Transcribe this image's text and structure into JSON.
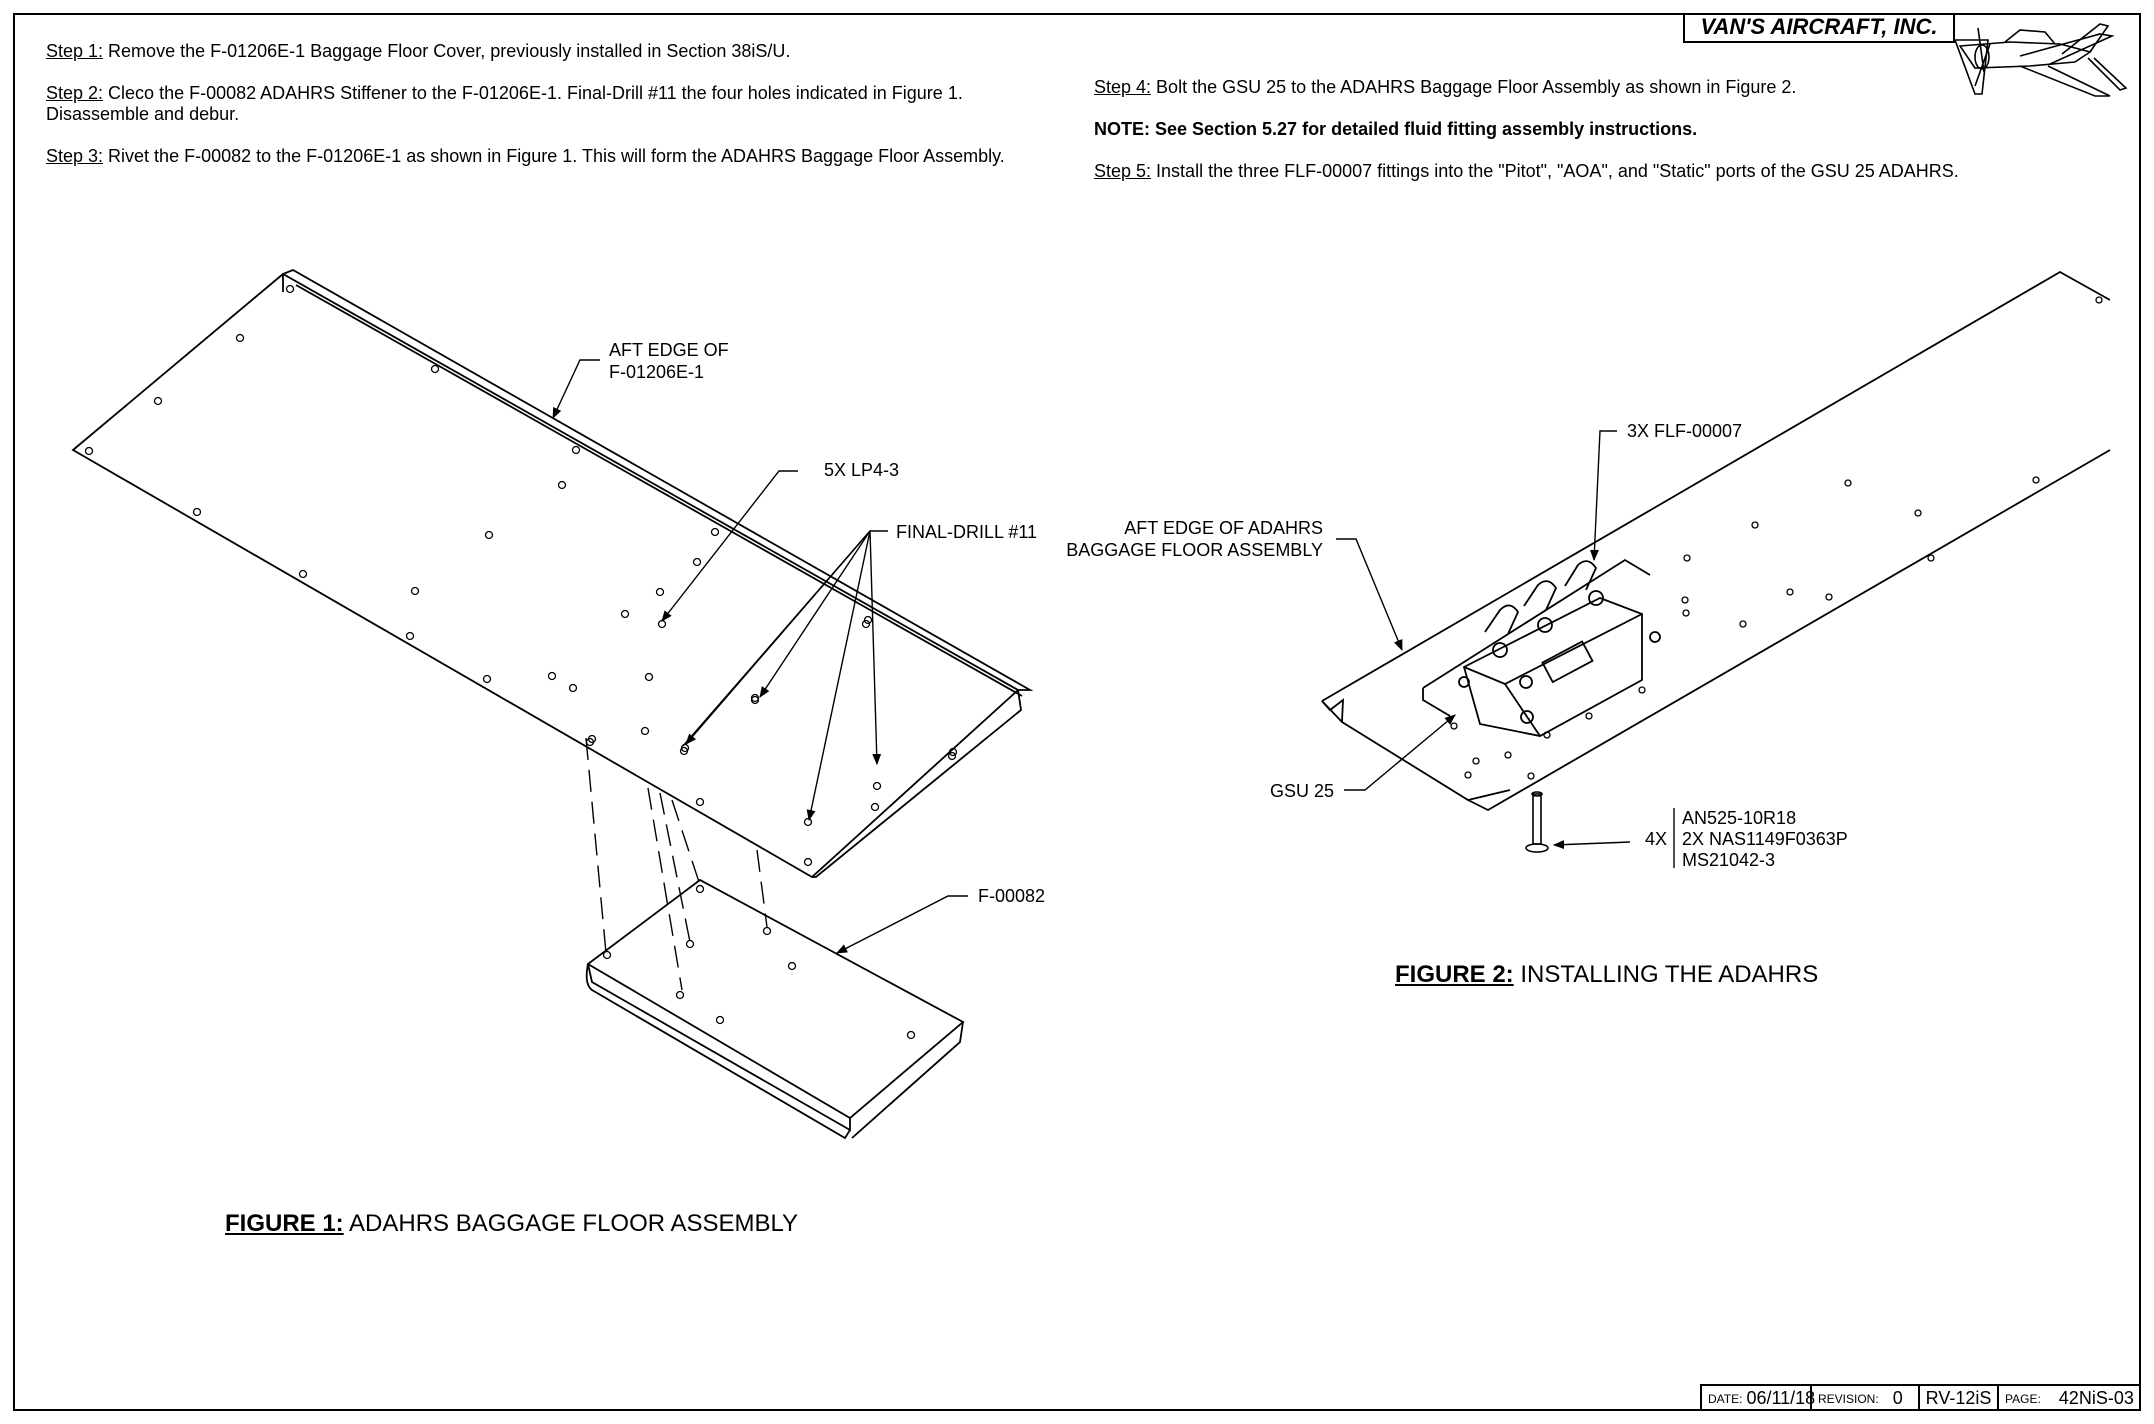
{
  "brand": "VAN'S AIRCRAFT, INC.",
  "steps": {
    "s1": {
      "label": "Step 1:",
      "text": " Remove the F-01206E-1 Baggage Floor Cover, previously installed in Section 38iS/U."
    },
    "s2": {
      "label": "Step 2:",
      "text": " Cleco the F-00082 ADAHRS Stiffener to the F-01206E-1. Final-Drill #11 the four holes indicated in Figure 1. Disassemble and debur."
    },
    "s3": {
      "label": "Step 3:",
      "text": " Rivet the F-00082 to the F-01206E-1 as shown in Figure 1. This will form the ADAHRS Baggage Floor Assembly."
    },
    "s4": {
      "label": "Step 4:",
      "text": " Bolt the GSU 25 to the ADAHRS Baggage Floor Assembly as shown in Figure 2."
    },
    "note": "NOTE: See Section 5.27 for detailed fluid fitting assembly instructions.",
    "s5": {
      "label": "Step 5:",
      "text": " Install the three FLF-00007 fittings into the \"Pitot\", \"AOA\", and \"Static\" ports of the GSU 25 ADAHRS."
    }
  },
  "figure1": {
    "caption_label": "FIGURE 1:",
    "caption_text": " ADAHRS BAGGAGE FLOOR ASSEMBLY",
    "callouts": {
      "aft_edge_1": "AFT EDGE OF",
      "aft_edge_2": "F-01206E-1",
      "lp4": "5X LP4-3",
      "final_drill": "FINAL-DRILL #11",
      "stiffener": "F-00082"
    }
  },
  "figure2": {
    "caption_label": "FIGURE 2:",
    "caption_text": " INSTALLING THE ADAHRS",
    "callouts": {
      "fittings": "3X FLF-00007",
      "aft_edge_1": "AFT EDGE OF ADAHRS",
      "aft_edge_2": "BAGGAGE FLOOR ASSEMBLY",
      "gsu": "GSU 25",
      "qty": "4X",
      "hw1": "AN525-10R18",
      "hw2": "2X NAS1149F0363P",
      "hw3": "MS21042-3"
    }
  },
  "title_block": {
    "date_label": "DATE:",
    "date": "06/11/18",
    "revision_label": "REVISION:",
    "revision": "0",
    "model": "RV-12iS",
    "page_label": "PAGE:",
    "page": "42NiS-03"
  }
}
